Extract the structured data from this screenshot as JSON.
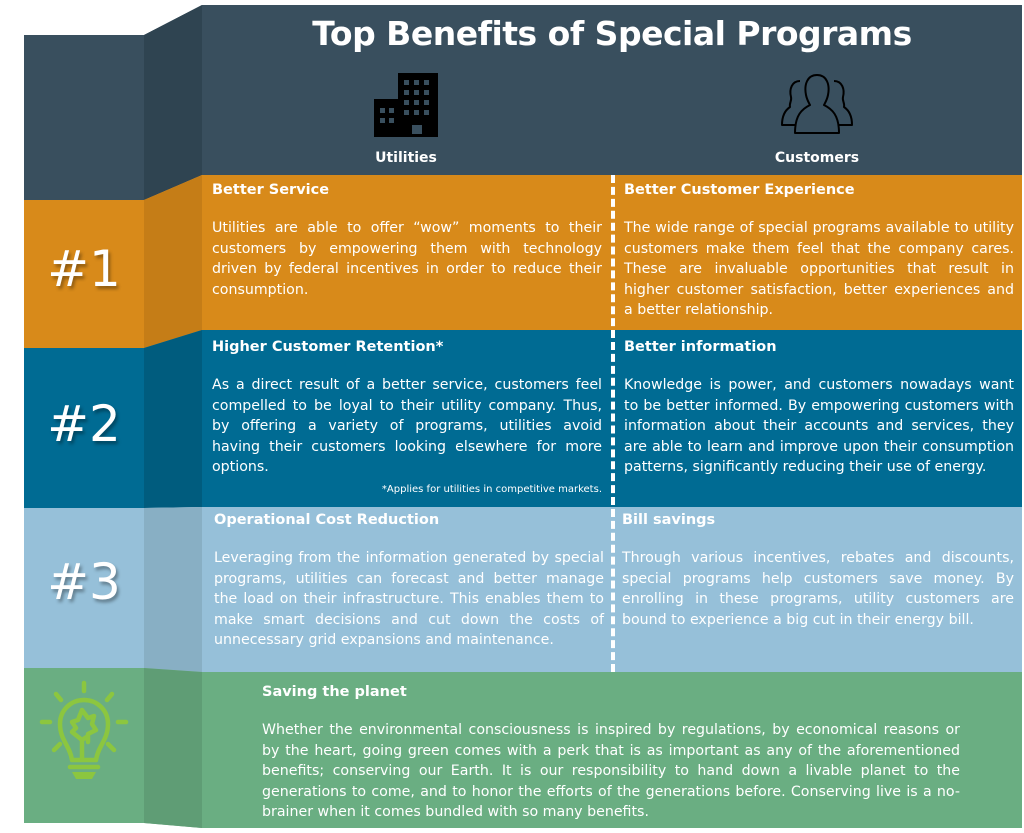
{
  "header": {
    "title": "Top Benefits of Special Programs",
    "columns": [
      {
        "label": "Utilities",
        "icon": "building-icon"
      },
      {
        "label": "Customers",
        "icon": "users-icon"
      }
    ]
  },
  "colors": {
    "header": "#394f5e",
    "rank1": "#d88a1a",
    "rank2": "#006b93",
    "rank3": "#96c0d9",
    "planet": "#6aae82",
    "bulb": "#8cc63f"
  },
  "rows": [
    {
      "rank": "#1",
      "utilities": {
        "heading": "Better Service",
        "body": "Utilities are able to offer “wow” moments to their customers by empowering them with technology driven by federal incentives in order to reduce their consumption."
      },
      "customers": {
        "heading": "Better Customer Experience",
        "body": "The wide range of special programs available to utility customers make them feel that the company cares. These are invaluable opportunities that result in higher customer satisfaction, better experiences and a better relationship."
      }
    },
    {
      "rank": "#2",
      "utilities": {
        "heading": "Higher Customer Retention*",
        "body": "As a direct result of a better service, customers feel compelled to be loyal to their utility company. Thus, by offering a variety of programs, utilities avoid having their customers looking elsewhere for more options.",
        "footnote": "*Applies for utilities in competitive markets."
      },
      "customers": {
        "heading": "Better information",
        "body": "Knowledge is power, and customers nowadays want to be better informed. By empowering customers with information about their accounts and services, they are able to learn and improve upon their consumption patterns, significantly reducing their use of energy."
      }
    },
    {
      "rank": "#3",
      "utilities": {
        "heading": "Operational Cost Reduction",
        "body": "Leveraging from the information generated by special programs, utilities can forecast and better manage the load on their infrastructure. This enables them to make smart decisions and cut down the costs of unnecessary grid expansions and maintenance."
      },
      "customers": {
        "heading": "Bill savings",
        "body": "Through various incentives, rebates and discounts, special programs help customers save money. By enrolling in these programs, utility customers are bound to experience a big cut in their energy bill."
      }
    }
  ],
  "planet": {
    "icon": "lightbulb-leaf-icon",
    "heading": "Saving the planet",
    "body": "Whether the environmental consciousness is inspired by regulations, by economical reasons or by the heart, going green comes with a perk that is as important as any of the aforementioned benefits; conserving our Earth. It is our responsibility to hand down a livable planet to the generations to come, and to honor the efforts of the generations before. Conserving live is a no-brainer when it comes bundled with so many benefits."
  }
}
